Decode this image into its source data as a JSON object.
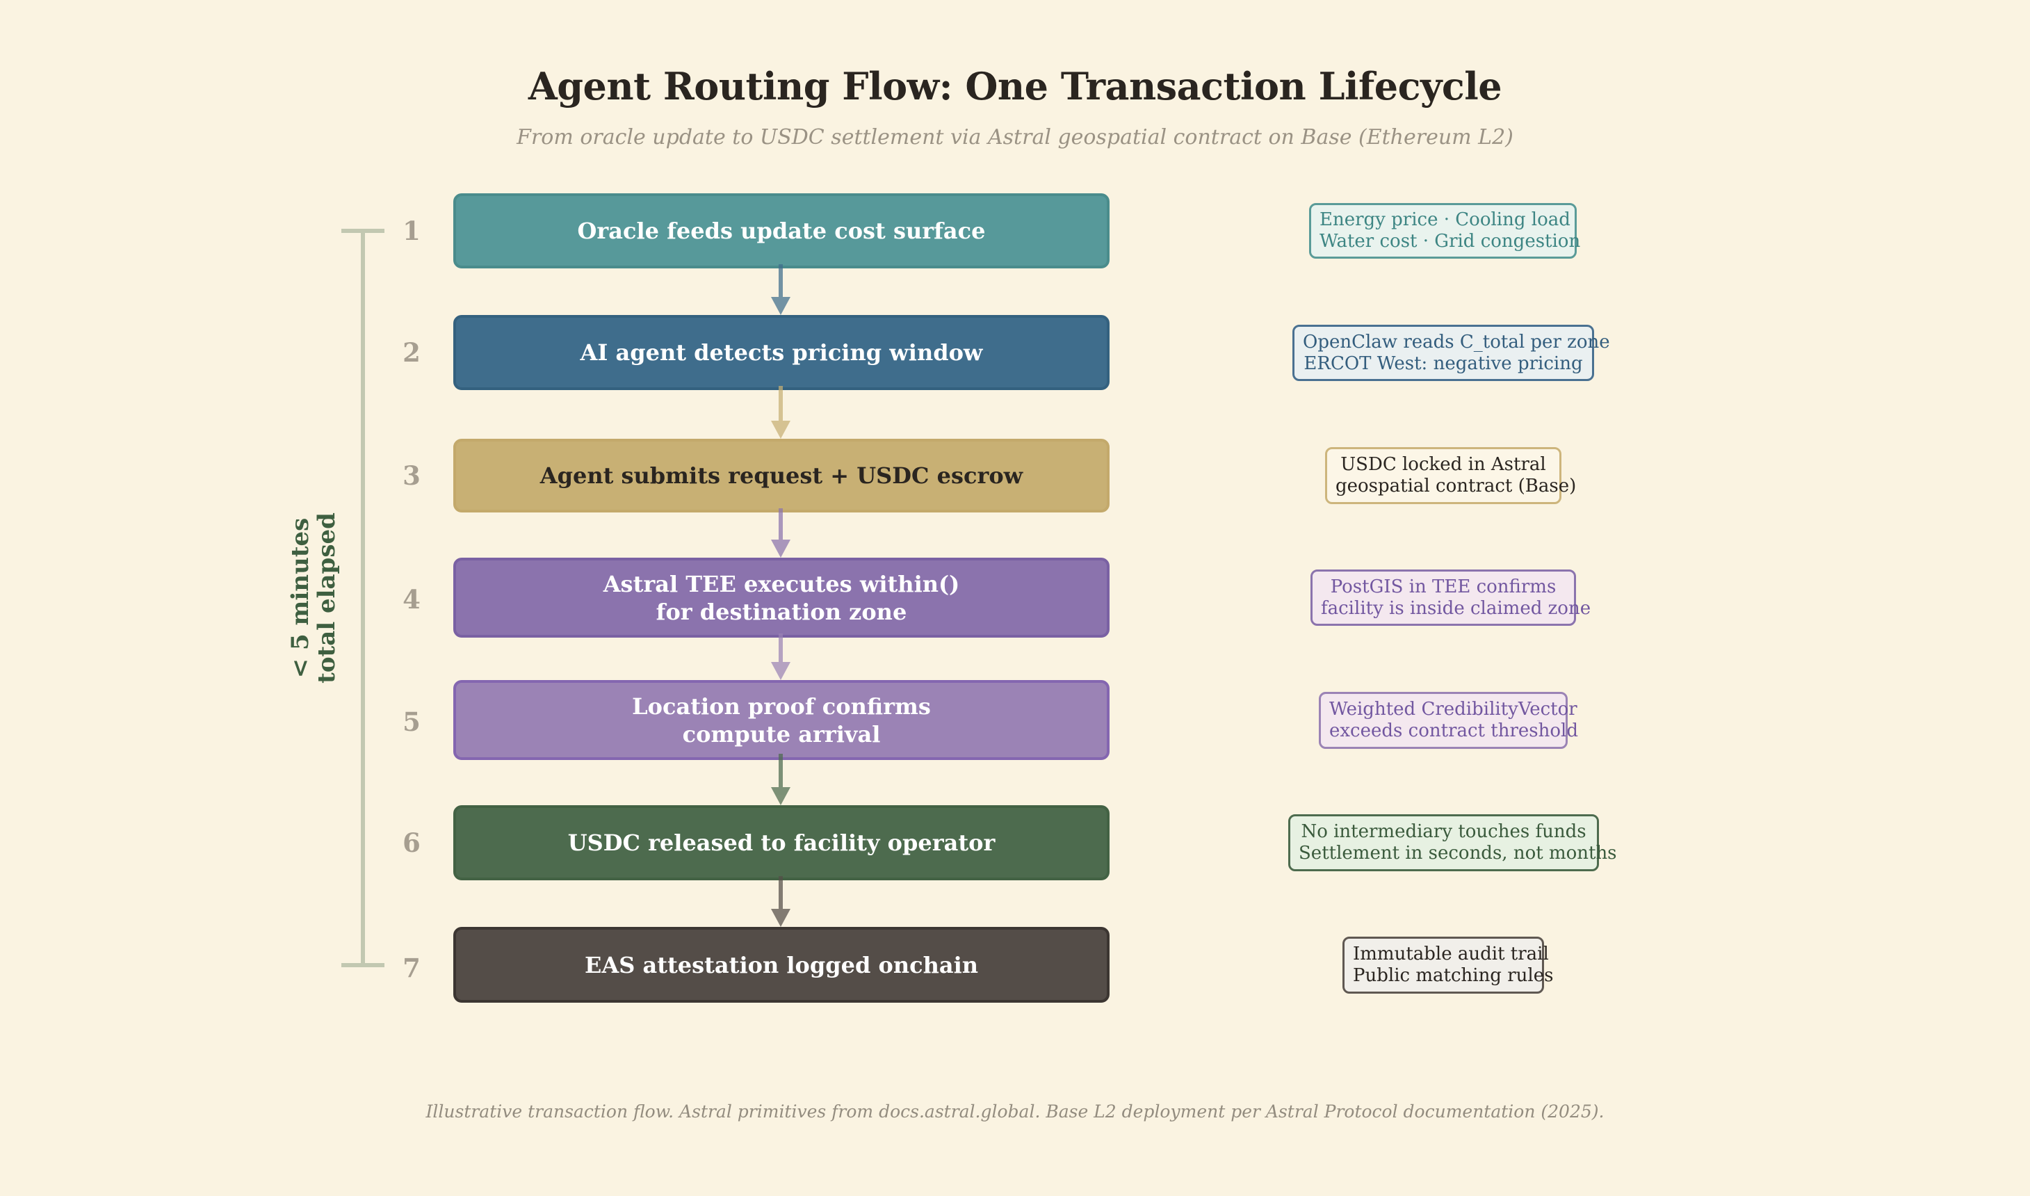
{
  "header": {
    "title": "Agent Routing Flow: One Transaction Lifecycle",
    "subtitle": "From oracle update to USDC settlement via Astral geospatial contract on Base (Ethereum L2)"
  },
  "timeline": {
    "label_line1": "< 5 minutes",
    "label_line2": "total elapsed",
    "color": "#3e5f40",
    "bracket_color": "#c2c8b1"
  },
  "steps": [
    {
      "number": "1",
      "label_line1": "Oracle feeds update cost surface",
      "label_line2": "",
      "fill": "#57999a",
      "border": "#4a8c8c",
      "text_color": "#ffffff",
      "note": {
        "line1": "Energy price  ·  Cooling load",
        "line2": "Water cost  ·  Grid congestion",
        "fill": "#e9f3ee",
        "border": "#5a9b98",
        "text_color": "#3d8583"
      }
    },
    {
      "number": "2",
      "label_line1": "AI agent detects pricing window",
      "label_line2": "",
      "fill": "#3f6d8c",
      "border": "#34617f",
      "text_color": "#ffffff",
      "note": {
        "line1": "OpenClaw reads C_total per zone",
        "line2": "ERCOT West: negative pricing",
        "fill": "#eaf0f1",
        "border": "#4a7191",
        "text_color": "#335d7d"
      }
    },
    {
      "number": "3",
      "label_line1": "Agent submits request + USDC escrow",
      "label_line2": "",
      "fill": "#c8b074",
      "border": "#c3a96b",
      "text_color": "#2a2520",
      "note": {
        "line1": "USDC locked in Astral",
        "line2": "geospatial contract (Base)",
        "fill": "#fcf6e7",
        "border": "#cdb57c",
        "text_color": "#2a2520"
      }
    },
    {
      "number": "4",
      "label_line1": "Astral TEE executes within()",
      "label_line2": "for destination zone",
      "fill": "#8b73ad",
      "border": "#7a61a3",
      "text_color": "#ffffff",
      "note": {
        "line1": "PostGIS in TEE confirms",
        "line2": "facility is inside claimed zone",
        "fill": "#f4e8ef",
        "border": "#8b73ad",
        "text_color": "#7257a0"
      }
    },
    {
      "number": "5",
      "label_line1": "Location proof confirms",
      "label_line2": "compute arrival",
      "fill": "#9b83b5",
      "border": "#8466b0",
      "text_color": "#ffffff",
      "note": {
        "line1": "Weighted CredibilityVector",
        "line2": "exceeds contract threshold",
        "fill": "#f4e8ef",
        "border": "#9b83b5",
        "text_color": "#7257a0"
      }
    },
    {
      "number": "6",
      "label_line1": "USDC released to facility operator",
      "label_line2": "",
      "fill": "#4d6b4e",
      "border": "#436244",
      "text_color": "#ffffff",
      "note": {
        "line1": "No intermediary touches funds",
        "line2": "Settlement in seconds, not months",
        "fill": "#e7f1e2",
        "border": "#4d6b4e",
        "text_color": "#3a5a3c"
      }
    },
    {
      "number": "7",
      "label_line1": "EAS attestation logged onchain",
      "label_line2": "",
      "fill": "#544d48",
      "border": "#3c3632",
      "text_color": "#ffffff",
      "note": {
        "line1": "Immutable audit trail",
        "line2": "Public matching rules",
        "fill": "#f1efea",
        "border": "#5f5852",
        "text_color": "#2a2520"
      }
    }
  ],
  "footer": {
    "text": "Illustrative transaction flow. Astral primitives from docs.astral.global. Base L2 deployment per Astral Protocol documentation (2025)."
  }
}
